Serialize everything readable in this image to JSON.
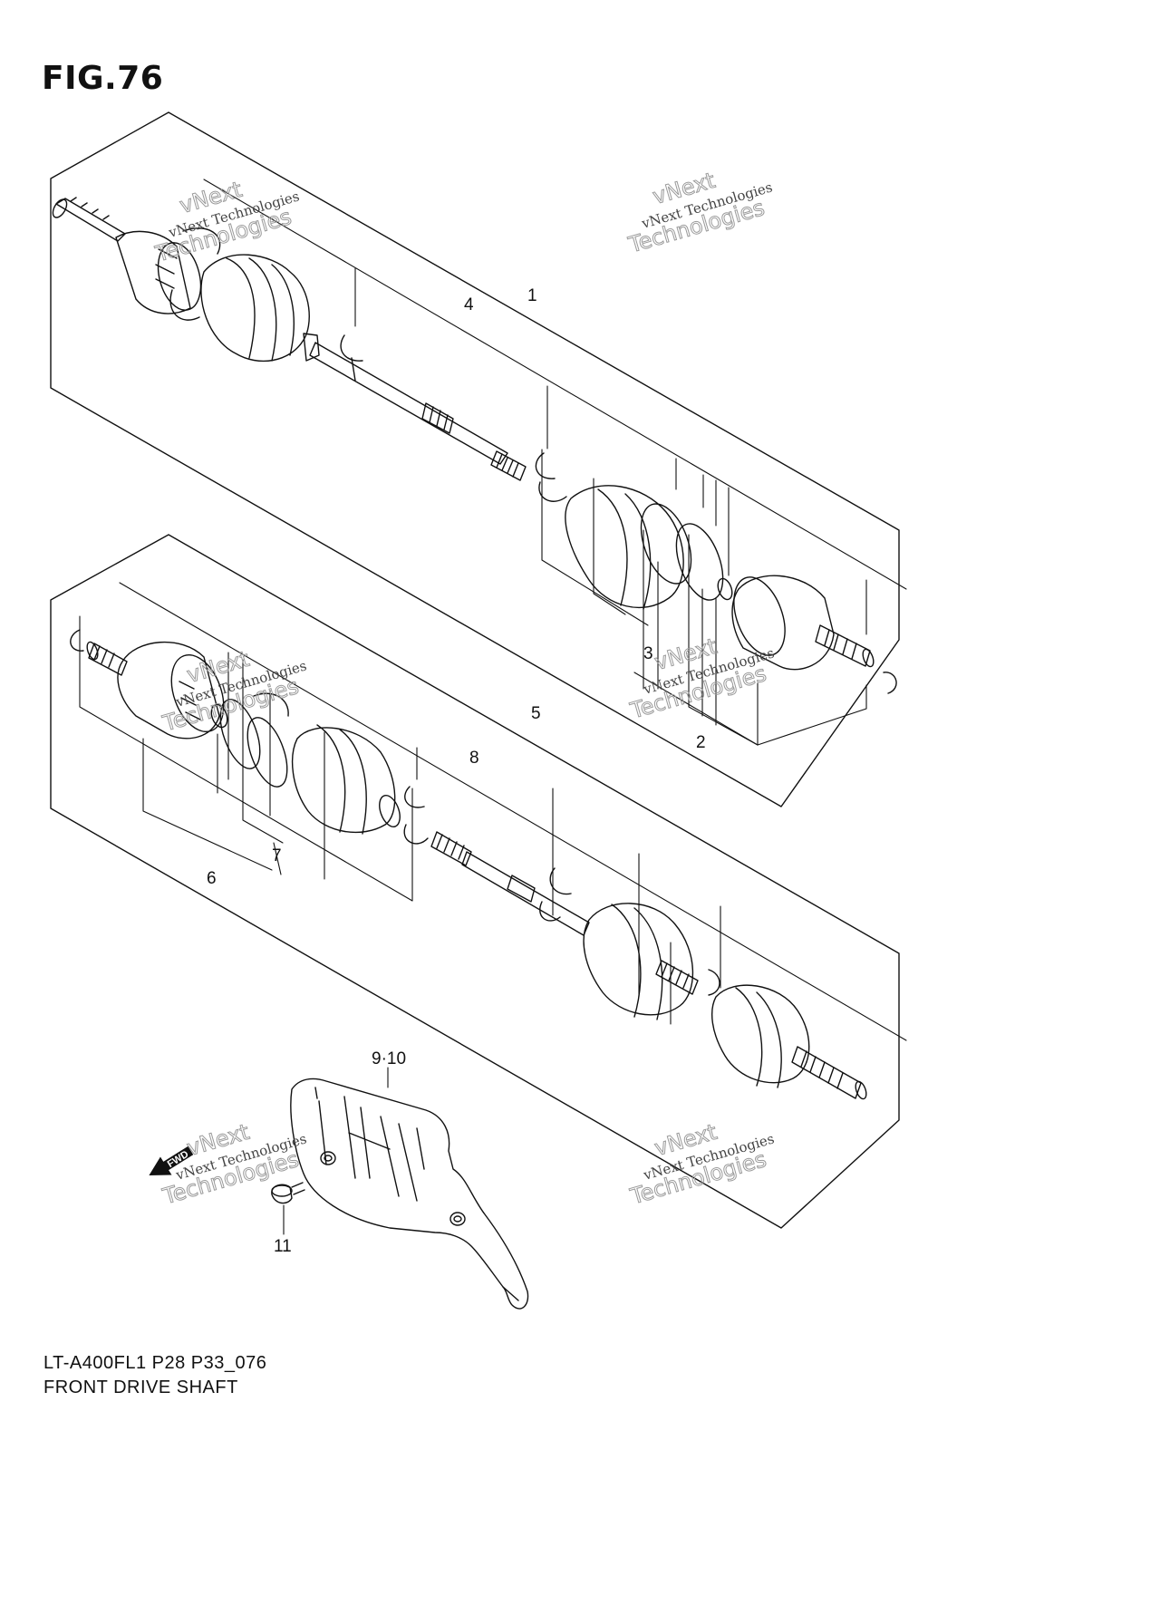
{
  "figure": {
    "title": "FIG.76"
  },
  "footer": {
    "model_code": "LT-A400FL1 P28 P33_076",
    "caption": "FRONT DRIVE SHAFT"
  },
  "callouts": {
    "c1": "1",
    "c2": "2",
    "c3": "3",
    "c4": "4",
    "c5": "5",
    "c6": "6",
    "c7": "7",
    "c8": "8",
    "c9_10": "9·10",
    "c11": "11"
  },
  "watermark": {
    "line1": "vNext Technologies",
    "line2": "vNext",
    "line3": "Technologies"
  },
  "fwd_label": "FWD",
  "icons": {
    "direction": "fwd-arrow-icon"
  }
}
